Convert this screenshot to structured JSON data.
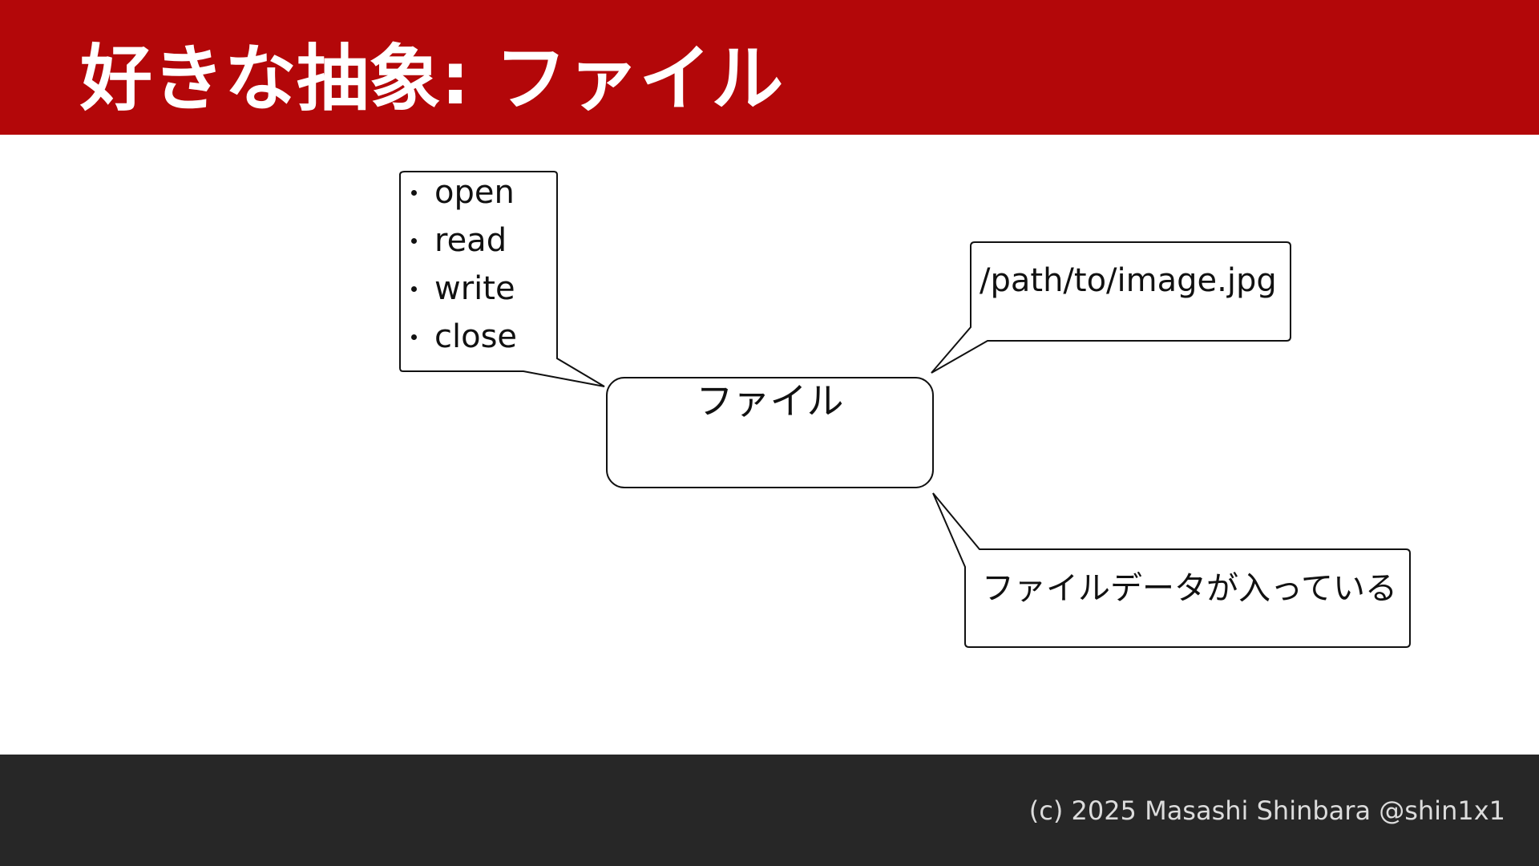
{
  "slide": {
    "title": "好きな抽象: ファイル",
    "footer": "(c) 2025 Masashi Shinbara @shin1x1"
  },
  "diagram": {
    "center_node": "ファイル",
    "operations": [
      "open",
      "read",
      "write",
      "close"
    ],
    "path_callout": "/path/to/image.jpg",
    "content_callout": "ファイルデータが入っている"
  },
  "colors": {
    "header": "#b30709",
    "footer": "#272727",
    "ink": "#111111"
  }
}
